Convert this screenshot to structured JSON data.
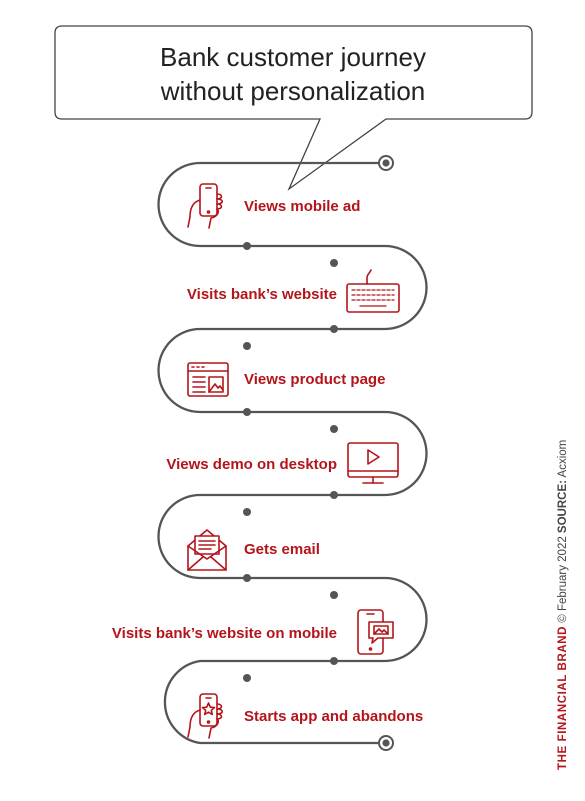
{
  "title": {
    "line1": "Bank customer journey",
    "line2": "without personalization"
  },
  "steps": [
    {
      "label": "Views mobile ad",
      "icon": "hand-holding-phone-icon"
    },
    {
      "label": "Visits bank’s website",
      "icon": "keyboard-icon"
    },
    {
      "label": "Views product page",
      "icon": "browser-window-icon"
    },
    {
      "label": "Views demo on desktop",
      "icon": "monitor-play-icon"
    },
    {
      "label": "Gets email",
      "icon": "envelope-icon"
    },
    {
      "label": "Visits bank’s website on mobile",
      "icon": "phone-chat-icon"
    },
    {
      "label": "Starts app and abandons",
      "icon": "hand-phone-star-icon"
    }
  ],
  "credit": {
    "brand": "THE FINANCIAL BRAND",
    "copyright": " © February 2022 ",
    "source_label": "SOURCE:",
    "source": " Acxiom"
  },
  "colors": {
    "accent": "#b3151b",
    "path": "#555555",
    "text": "#222222"
  }
}
